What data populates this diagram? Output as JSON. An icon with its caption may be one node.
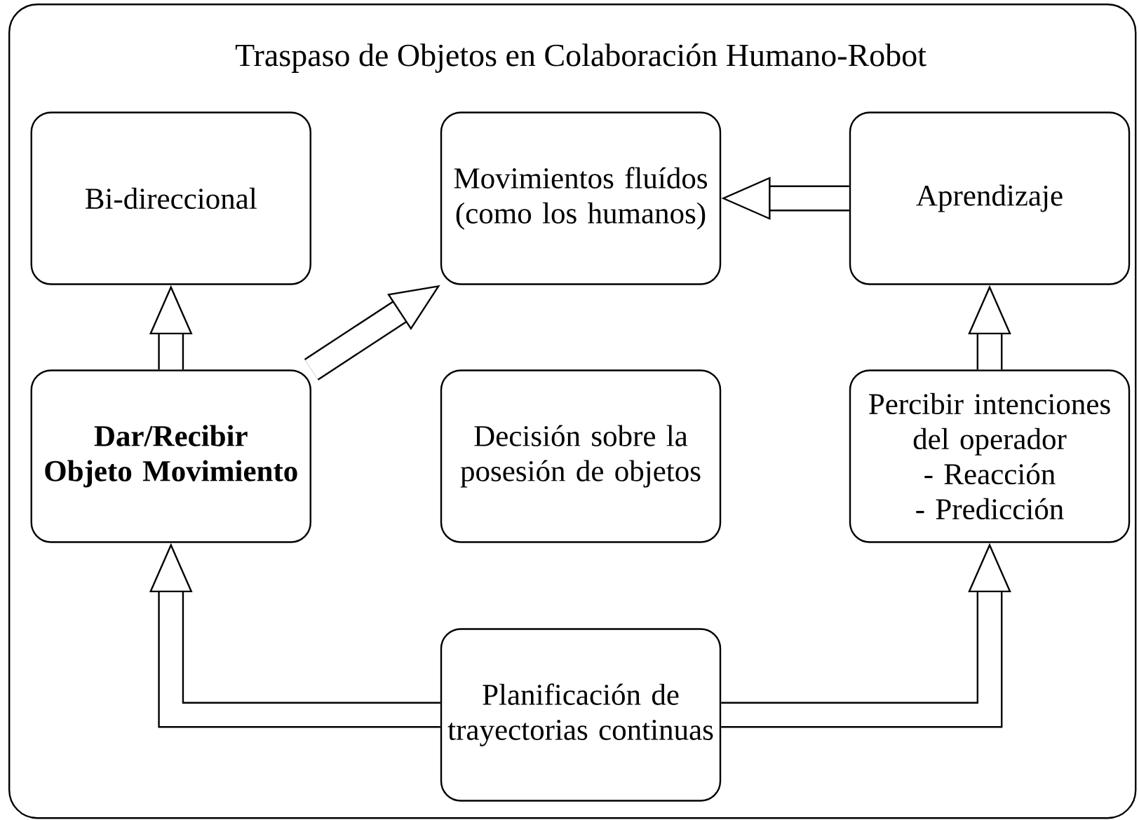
{
  "diagram": {
    "nodes": [
      {
        "text": [
          "Traspaso de Objetos en Colaboración Humano-Robot"
        ]
      },
      {
        "text": [
          "Bi-direccional"
        ],
        "in": 0
      },
      {
        "text": [
          "Movimientos fluídos (como los humanos)"
        ],
        "in": 0
      },
      {
        "text": [
          "Aprendizaje"
        ],
        "in": 0
      },
      {
        "text": [
          "Dar/Recibir",
          "Objeto Movimiento"
        ],
        "in": 0
      },
      {
        "text": [
          "Decisión sobre la posesión de objetos"
        ],
        "in": 0
      },
      {
        "text": [
          "Percibir intenciones del operador",
          "- Reacción",
          "- Predicción"
        ],
        "in": 0
      },
      {
        "text": [
          "Planificación de trayectorias continuas"
        ],
        "in": 0
      }
    ],
    "edges": [
      {
        "from": 4,
        "to": 1,
        "arrow": "to"
      },
      {
        "from": 4,
        "to": 2,
        "arrow": "to"
      },
      {
        "from": 3,
        "to": 2,
        "arrow": "to"
      },
      {
        "from": 6,
        "to": 3,
        "arrow": "to"
      },
      {
        "from": 7,
        "to": 4,
        "arrow": "to"
      },
      {
        "from": 7,
        "to": 6,
        "arrow": "to"
      }
    ]
  }
}
